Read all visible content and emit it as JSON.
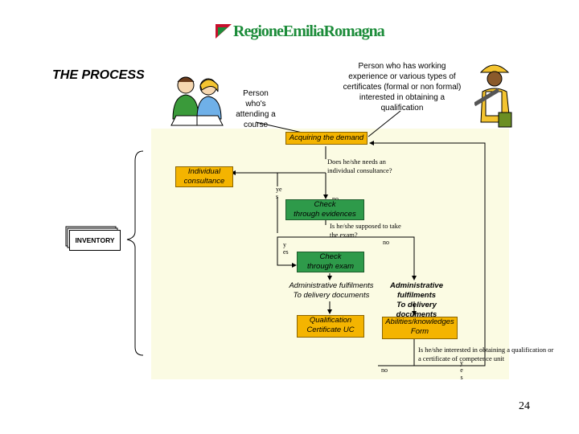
{
  "header": {
    "logo_text": "RegioneEmiliaRomagna",
    "title": "THE PROCESS"
  },
  "persons": {
    "course_attendee": [
      "Person",
      "who's",
      "attending a",
      "course"
    ],
    "worker": [
      "Person who has working",
      "experience  or various types of",
      "certificates (formal or non formal)",
      "interested in obtaining a",
      "qualification"
    ]
  },
  "flow": {
    "acquiring_demand": "Acquiring the demand",
    "question_consultancy": [
      "Does he/she needs an",
      "individual consultance?"
    ],
    "individual_consultance": [
      "Individual",
      "consultance"
    ],
    "yes_1": [
      "ye",
      "s"
    ],
    "no_1": "no",
    "check_evidences": [
      "Check",
      "through evidences"
    ],
    "question_exam": [
      "Is he/she supposed to take",
      "the exam?"
    ],
    "inventory": "INVENTORY",
    "yes_2": [
      "y",
      "es"
    ],
    "no_2": "no",
    "check_exam": [
      "Check",
      "through exam"
    ],
    "admin_left": [
      "Administrative fulfilments",
      "To delivery documents"
    ],
    "admin_right": [
      "Administrative fulfilments",
      "To delivery documents"
    ],
    "qualification_cert": [
      "Qualification",
      "Certificate UC"
    ],
    "abilities_form": [
      "Abilities/knowledges",
      "Form"
    ],
    "question_interest": [
      "Is he/she  interested in obtaining a qualification or",
      "a certificate of competence unit"
    ],
    "no_3": "no",
    "yes_3": [
      "y",
      "e",
      "s"
    ]
  },
  "page_number": "24",
  "colors": {
    "green_box": "#2e9a4a",
    "orange_box": "#f4b400",
    "diagram_bg": "#fbfbe3",
    "logo_green": "#1c8c3a"
  }
}
